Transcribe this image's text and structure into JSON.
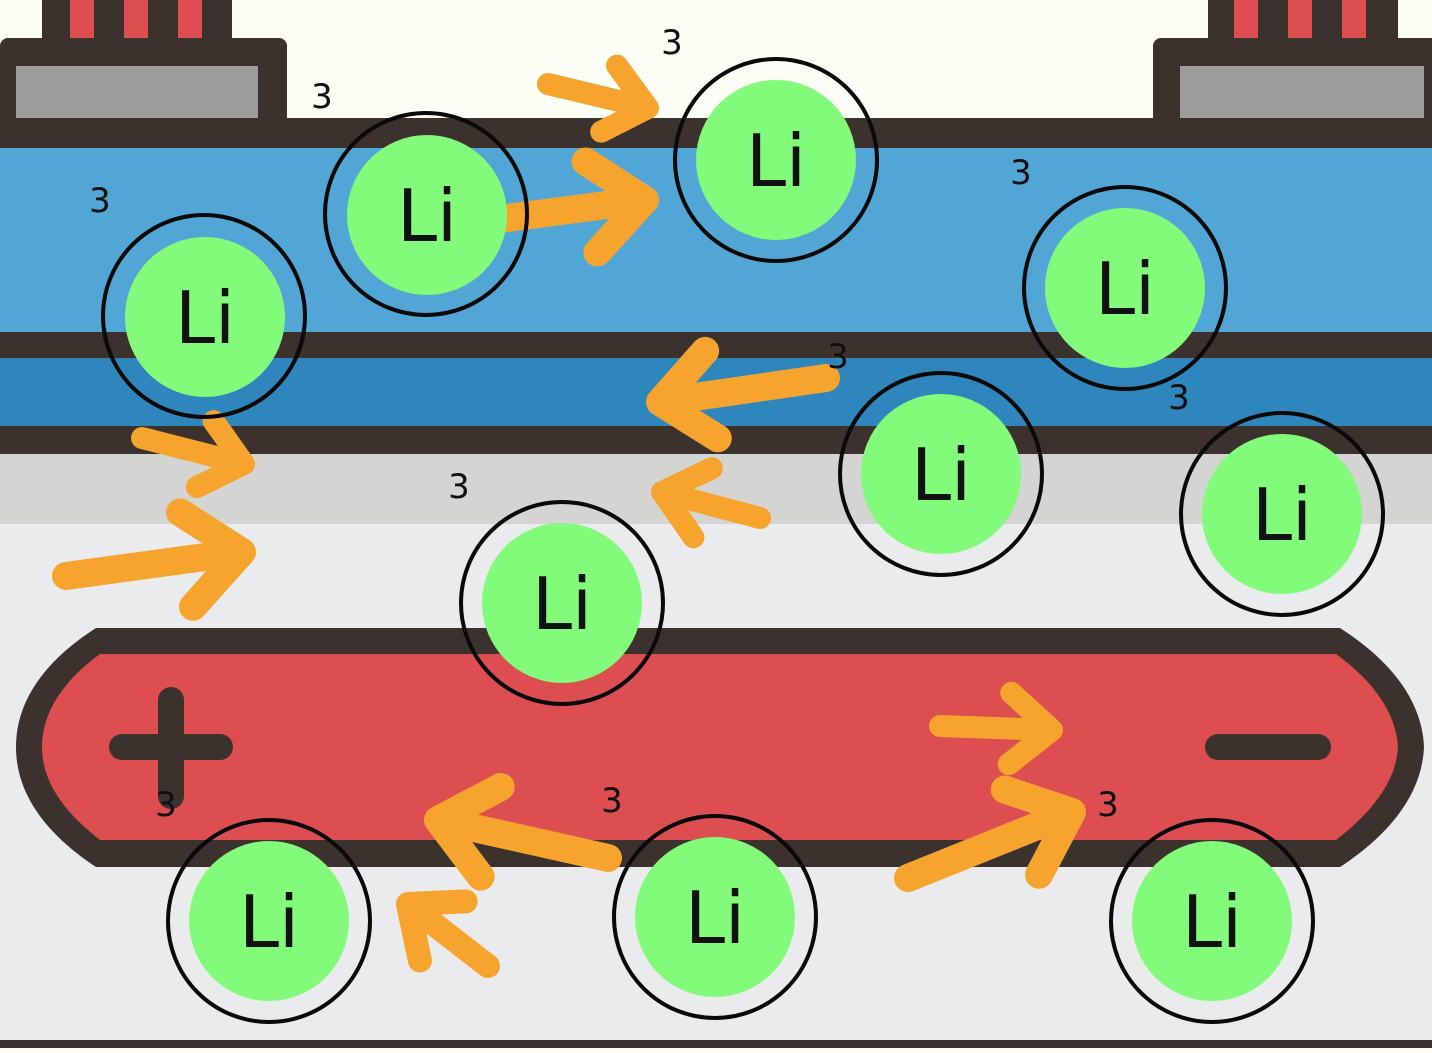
{
  "colors": {
    "background": "#fcfdf4",
    "outline": "#3b312d",
    "terminal_red": "#dc4e4f",
    "terminal_gray": "#9d9d9d",
    "electrode_light_blue": "#52a6d6",
    "electrode_dark_blue": "#2f86bc",
    "separator_gray": "#d4d4d2",
    "electrolyte_gray": "#e9ebec",
    "cell_red": "#dc4e4f",
    "ion_green": "#82fb7a",
    "arrow_orange": "#f7a42f"
  },
  "ions": [
    {
      "label": "Li",
      "charge": "3"
    },
    {
      "label": "Li",
      "charge": "3"
    },
    {
      "label": "Li",
      "charge": "3"
    },
    {
      "label": "Li",
      "charge": "3"
    },
    {
      "label": "Li",
      "charge": "3"
    },
    {
      "label": "Li",
      "charge": "3"
    },
    {
      "label": "Li",
      "charge": "3"
    },
    {
      "label": "Li",
      "charge": "3"
    },
    {
      "label": "Li",
      "charge": "3"
    },
    {
      "label": "Li",
      "charge": "3"
    }
  ],
  "terminals": {
    "positive_icon": "plus-icon",
    "negative_icon": "minus-icon"
  },
  "arrows": {
    "icon": "arrow-icon",
    "count": 10
  }
}
